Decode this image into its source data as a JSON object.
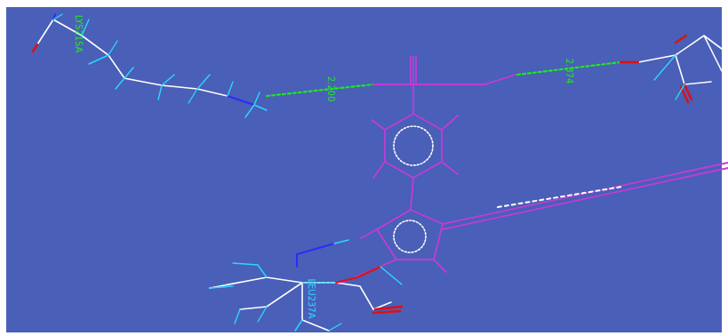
{
  "diagram": {
    "labels": [
      "LYS215A",
      "2.200",
      "2.374",
      "LEU237A"
    ]
  }
}
